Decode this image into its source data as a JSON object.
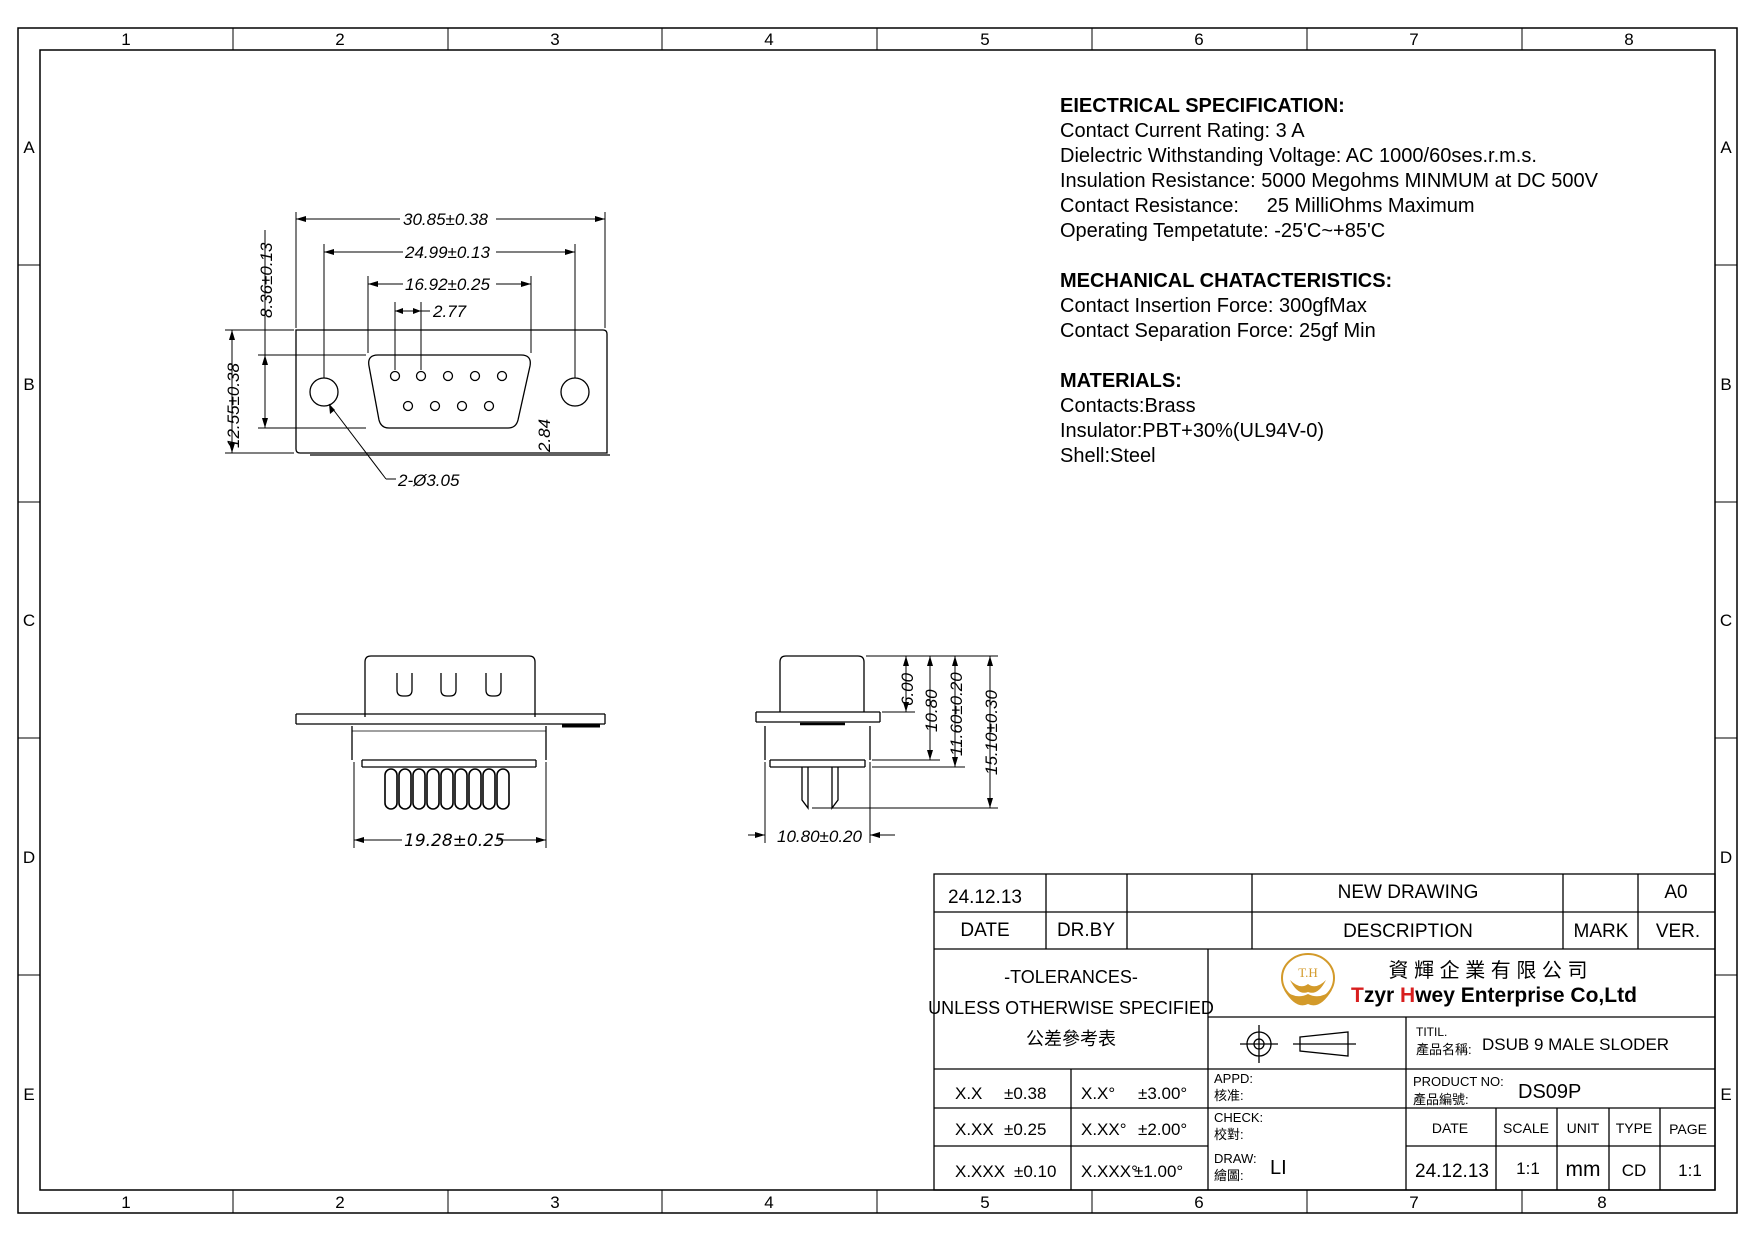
{
  "grid": {
    "columns": [
      "1",
      "2",
      "3",
      "4",
      "5",
      "6",
      "7",
      "8"
    ],
    "rows": [
      "A",
      "B",
      "C",
      "D",
      "E"
    ],
    "bottom_columns": [
      "1",
      "2",
      "3",
      "4",
      "5",
      "6",
      "7",
      "8"
    ]
  },
  "specs": {
    "electrical": {
      "heading": "EIECTRICAL SPECIFICATION:",
      "lines": [
        "Contact Current Rating: 3 A",
        "Dielectric Withstanding Voltage: AC 1000/60ses.r.m.s.",
        "Insulation Resistance: 5000 Megohms MINMUM at DC 500V",
        "Contact Resistance:     25 MilliOhms Maximum",
        "Operating Tempetatute: -25'C~+85'C"
      ]
    },
    "mechanical": {
      "heading": "MECHANICAL CHATACTERISTICS:",
      "lines": [
        "Contact Insertion Force: 300gfMax",
        "Contact Separation Force: 25gf Min"
      ]
    },
    "materials": {
      "heading": "MATERIALS:",
      "lines": [
        "Contacts:Brass",
        "Insulator:PBT+30%(UL94V-0)",
        "Shell:Steel"
      ]
    }
  },
  "dimensions": {
    "front": {
      "overall_width": "30.85±0.38",
      "hole_spacing": "24.99±0.13",
      "shell_width": "16.92±0.25",
      "pin_pitch": "2.77",
      "height_outer": "12.55±0.38",
      "height_inner": "8.36±0.13",
      "mount_holes": "2-Ø3.05",
      "flange_offset": "2.84"
    },
    "bottom": {
      "pin_span": "19.28±0.25"
    },
    "side": {
      "d1": "6.00",
      "d2": "10.80",
      "d3": "11.60±0.20",
      "d4": "15.10±0.30",
      "depth": "10.80±0.20"
    }
  },
  "title_block": {
    "revision": {
      "date_value": "24.12.13",
      "description_value": "NEW  DRAWING",
      "version_value": "A0",
      "date_label": "DATE",
      "drby_label": "DR.BY",
      "description_label": "DESCRIPTION",
      "mark_label": "MARK",
      "ver_label": "VER."
    },
    "tolerances": {
      "title": "-TOLERANCES-",
      "subtitle": "UNLESS OTHERWISE SPECIFIED",
      "chinese": "公差參考表",
      "rows": [
        {
          "a": "X.X",
          "av": "±0.38",
          "b": "X.X°",
          "bv": "±3.00°"
        },
        {
          "a": "X.XX",
          "av": "±0.25",
          "b": "X.XX°",
          "bv": "±2.00°"
        },
        {
          "a": "X.XXX",
          "av": "±0.10",
          "b": "X.XXX°",
          "bv": "±1.00°"
        }
      ]
    },
    "company": {
      "logo_text": "T.H",
      "chinese_name": "資 輝 企 業 有 限 公 司",
      "name_prefix": "T",
      "name_part1": "zyr ",
      "name_h": "H",
      "name_part2": "wey Enterprise Co,Ltd",
      "accent_color": "#d81e1e",
      "logo_color": "#d39a2a"
    },
    "title_label_en": "TITIL.",
    "title_label_zh": "產品名稱:",
    "title_value": "DSUB 9 MALE SLODER",
    "appd_en": "APPD:",
    "appd_zh": "核准:",
    "check_en": "CHECK:",
    "check_zh": "校對:",
    "draw_en": "DRAW:",
    "draw_zh": "繪圖:",
    "draw_value": "LI",
    "product_no_en": "PRODUCT NO:",
    "product_no_zh": "產品編號:",
    "product_no_value": "DS09P",
    "info_headers": [
      "DATE",
      "SCALE",
      "UNIT",
      "TYPE",
      "PAGE"
    ],
    "info_values": [
      "24.12.13",
      "1:1",
      "mm",
      "CD",
      "1:1"
    ]
  }
}
